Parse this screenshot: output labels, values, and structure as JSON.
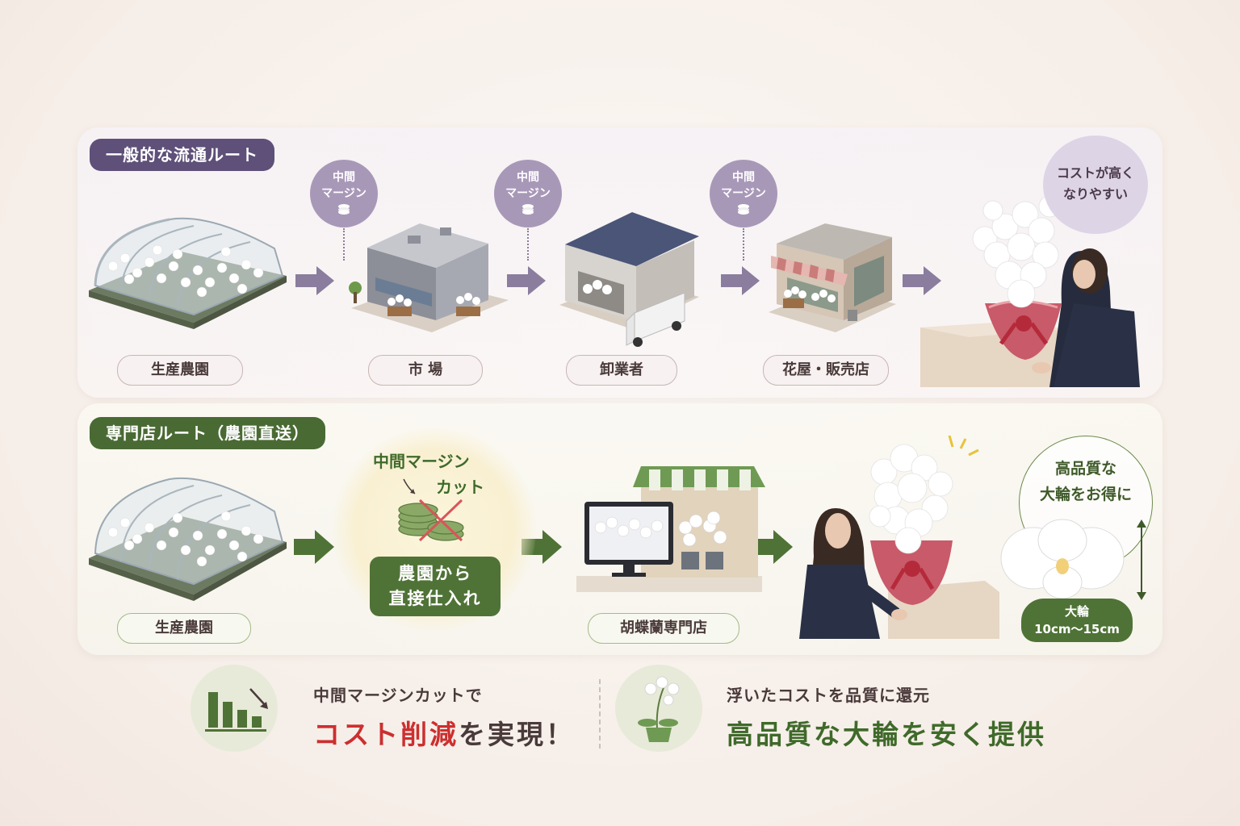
{
  "general_route": {
    "title": "一般的な流通ルート",
    "margin_label_line1": "中間",
    "margin_label_line2": "マージン",
    "nodes": [
      "生産農園",
      "市 場",
      "卸業者",
      "花屋・販売店"
    ],
    "cost_note_line1": "コストが高く",
    "cost_note_line2": "なりやすい"
  },
  "specialty_route": {
    "title": "専門店ルート（農園直送）",
    "nodes": [
      "生産農園",
      "胡蝶蘭専門店"
    ],
    "margin_cut_line1": "中間マージン",
    "margin_cut_line2": "カット",
    "direct_line1": "農園から",
    "direct_line2": "直接仕入れ",
    "quality_line1": "高品質な",
    "quality_line2": "大輪をお得に",
    "bigflower_label": "大輪",
    "bigflower_size": "10cm～15cm"
  },
  "footer": {
    "left_small": "中間マージンカットで",
    "left_big_red": "コスト削減",
    "left_big_rest": "を実現！",
    "right_small": "浮いたコストを品質に還元",
    "right_big": "高品質な大輪を安く提供"
  },
  "colors": {
    "purple_accent": "#5e5079",
    "green_accent": "#4a6a34",
    "red_accent": "#cc2f2f"
  },
  "icons": [
    "greenhouse-icon",
    "market-building-icon",
    "warehouse-truck-icon",
    "flower-shop-icon",
    "orchid-gift-icon",
    "coins-icon",
    "monitor-shop-icon",
    "chart-down-icon",
    "orchid-pot-icon"
  ]
}
